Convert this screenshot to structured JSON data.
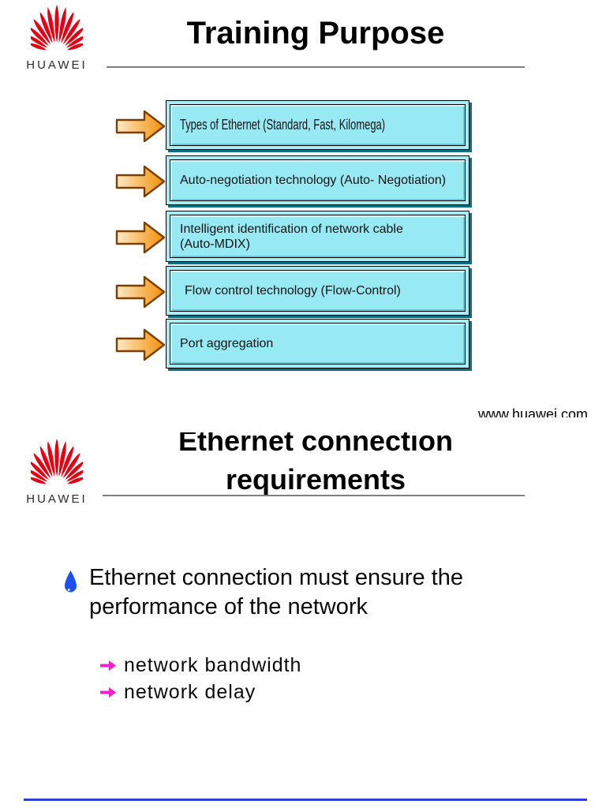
{
  "brand": {
    "logo_label": "HUAWEI",
    "logo_color": "#e60012"
  },
  "slide1": {
    "title": "Training Purpose",
    "items": [
      "Types of Ethernet (Standard, Fast, Kilomega)",
      "Auto-negotiation technology (Auto- Negotiation)",
      "Intelligent identification of network cable (Auto-MDIX)",
      "Flow control technology (Flow-Control)",
      "Port aggregation"
    ],
    "footer_url": "www.huawei.com"
  },
  "slide2": {
    "title_line1": "Ethernet connection",
    "title_line2": "requirements",
    "bullet": "Ethernet connection must ensure the performance of the network",
    "sub_bullets": [
      "network bandwidth",
      "network delay"
    ]
  },
  "colors": {
    "box_fill": "#97e9f4",
    "arrow_light": "#fdeac6",
    "arrow_dark": "#f19006",
    "arrow_outline": "#7c3f00",
    "rule_gray": "#7f7f7f",
    "drop_blue": "#1d4ff2",
    "sub_arrow_magenta": "#f01fd0",
    "footer_blue": "#2f3fd3"
  }
}
